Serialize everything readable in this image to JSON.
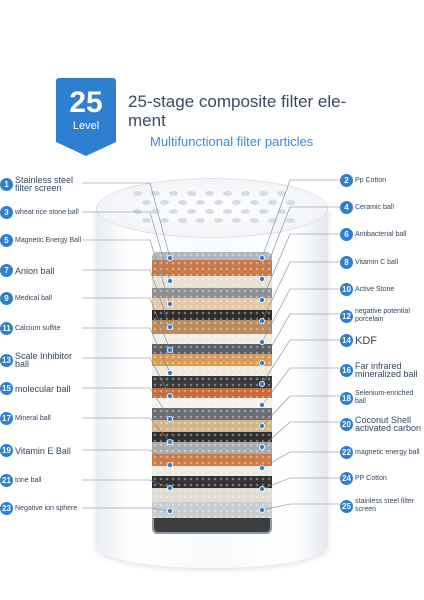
{
  "header": {
    "badge_number": "25",
    "badge_label": "Level",
    "title": "25-stage composite filter ele-ment",
    "subtitle": "Multifunctional filter particles"
  },
  "colors": {
    "accent": "#2f7fd1",
    "text": "#35475f"
  },
  "left_labels": [
    {
      "num": "1",
      "text": "Stainless steel filter screen"
    },
    {
      "num": "3",
      "text": "wheat rice stone ball"
    },
    {
      "num": "5",
      "text": "Magnetic Energy Ball"
    },
    {
      "num": "7",
      "text": "Anion ball"
    },
    {
      "num": "9",
      "text": "Medical ball"
    },
    {
      "num": "11",
      "text": "Calcium sulfite"
    },
    {
      "num": "13",
      "text": "Scale Inhibitor ball"
    },
    {
      "num": "15",
      "text": "molecular ball"
    },
    {
      "num": "17",
      "text": "Mineral ball"
    },
    {
      "num": "19",
      "text": "Vitamin E Ball"
    },
    {
      "num": "21",
      "text": "tone ball"
    },
    {
      "num": "23",
      "text": "Negative ion sphere"
    }
  ],
  "right_labels": [
    {
      "num": "2",
      "text": "Pp Cotton"
    },
    {
      "num": "4",
      "text": "Ceramic ball"
    },
    {
      "num": "6",
      "text": "Antibacterial ball"
    },
    {
      "num": "8",
      "text": "Vitamin C ball"
    },
    {
      "num": "10",
      "text": "Active Stone"
    },
    {
      "num": "12",
      "text": "negative potential porcelain"
    },
    {
      "num": "14",
      "text": "KDF"
    },
    {
      "num": "16",
      "text": "Far infrared mineralized ball"
    },
    {
      "num": "18",
      "text": "Selenium-enriched ball"
    },
    {
      "num": "20",
      "text": "Coconut Shell activated carbon"
    },
    {
      "num": "22",
      "text": "magnetic energy ball"
    },
    {
      "num": "24",
      "text": "PP Cotton"
    },
    {
      "num": "25",
      "text": "stainless steel filter screen"
    }
  ]
}
